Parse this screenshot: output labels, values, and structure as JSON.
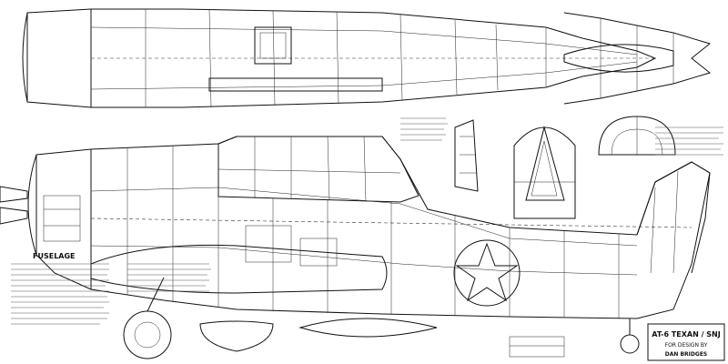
{
  "title_block": {
    "title": "AT-6 TEXAN / SNJ",
    "line_a": "FOR DESIGN BY",
    "line_b": "DAN BRIDGES"
  },
  "sections": {
    "notes_heading": "FUSELAGE"
  }
}
